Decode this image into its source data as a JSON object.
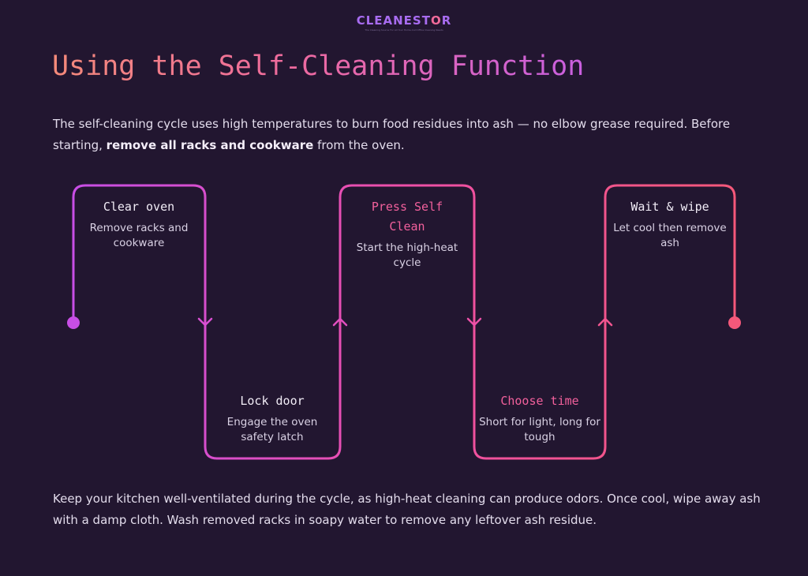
{
  "brand": {
    "name_a": "CLEANEST",
    "name_b": "O",
    "name_c": "R",
    "tagline": "The Cleaning Source For All Your Home And Office Cleaning Needs",
    "colors": {
      "primary": "#a86cf0",
      "accent": "#f06a9a"
    }
  },
  "title": "Using the Self-Cleaning Function",
  "intro": {
    "text_before": "The self-cleaning cycle uses high temperatures to burn food residues into ash — no elbow grease required. Before starting, ",
    "text_bold": "remove all racks and cookware",
    "text_after": " from the oven."
  },
  "steps": [
    {
      "title": "Clear oven",
      "desc": "Remove racks and cookware"
    },
    {
      "title": "Lock door",
      "desc": "Engage the oven safety latch"
    },
    {
      "title": "Press Self Clean",
      "desc": "Start the high-heat cycle"
    },
    {
      "title": "Choose time",
      "desc": "Short for light, long for tough"
    },
    {
      "title": "Wait & wipe",
      "desc": "Let cool then remove ash"
    }
  ],
  "outro": "Keep your kitchen well-ventilated during the cycle, as high-heat cleaning can produce odors. Once cool, wipe away ash with a damp cloth. Wash removed racks in soapy water to remove any leftover ash residue.",
  "colors": {
    "background": "#221630",
    "line_start": "#c84ee6",
    "line_end": "#f5587a"
  }
}
